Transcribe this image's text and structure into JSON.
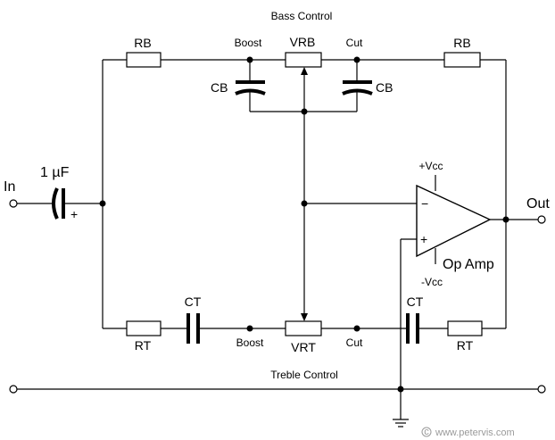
{
  "labels": {
    "bass_control": "Bass Control",
    "treble_control": "Treble Control",
    "rb_left": "RB",
    "rb_right": "RB",
    "vrb": "VRB",
    "boost_top": "Boost",
    "cut_top": "Cut",
    "cb_left": "CB",
    "cb_right": "CB",
    "input": "In",
    "input_cap": "1 µF",
    "cap_plus": "+",
    "vcc_plus": "+Vcc",
    "vcc_minus": "-Vcc",
    "opamp_minus": "−",
    "opamp_plus": "+",
    "op_amp": "Op Amp",
    "output": "Out",
    "ct_left": "CT",
    "ct_right": "CT",
    "rt_left": "RT",
    "rt_right": "RT",
    "vrt": "VRT",
    "boost_bottom": "Boost",
    "cut_bottom": "Cut"
  },
  "watermark": "www.petervis.com",
  "colors": {
    "line": "#000000",
    "background": "#ffffff",
    "watermark": "#9a9a9a"
  }
}
